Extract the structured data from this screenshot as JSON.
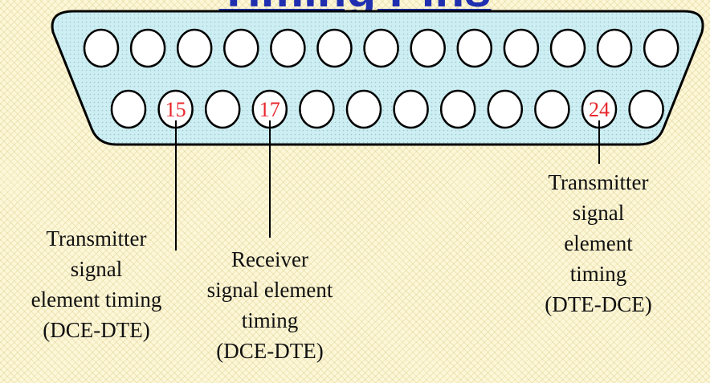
{
  "title": "Timing Pins",
  "connector": {
    "top_row_count": 13,
    "bottom_row_count": 12,
    "body_color": "#cdeef2",
    "pin_label_color": "#e8262c"
  },
  "pins": [
    {
      "number": "15",
      "bottom_index": 1
    },
    {
      "number": "17",
      "bottom_index": 3
    },
    {
      "number": "24",
      "bottom_index": 10
    }
  ],
  "labels": {
    "pin15": [
      "Transmitter",
      "signal",
      "element timing",
      "(DCE-DTE)"
    ],
    "pin17": [
      "Receiver",
      "signal element",
      "timing",
      "(DCE-DTE)"
    ],
    "pin24": [
      "Transmitter",
      "signal",
      "element",
      "timing",
      "(DTE-DCE)"
    ]
  }
}
